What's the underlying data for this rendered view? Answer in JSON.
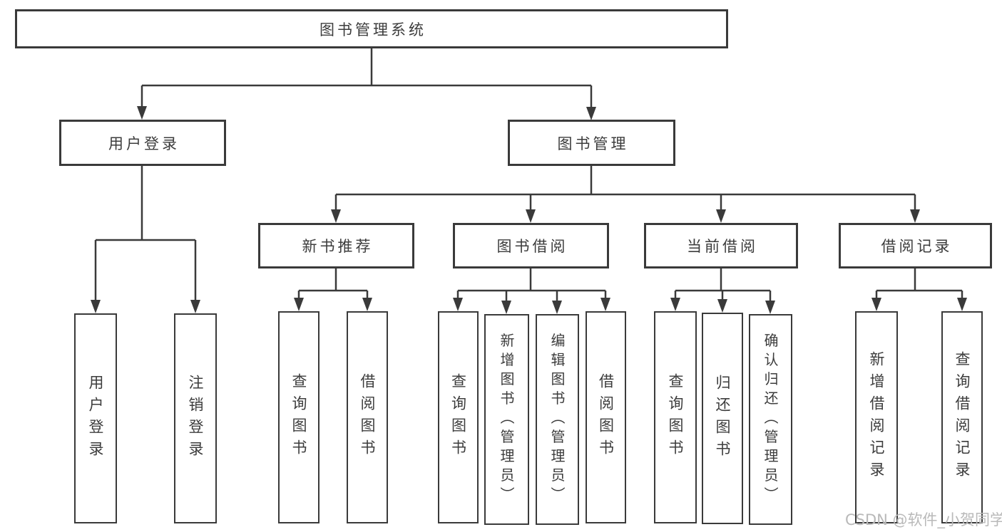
{
  "diagram": {
    "title": "图书管理系统",
    "level2": {
      "user_login": "用户登录",
      "book_management": "图书管理"
    },
    "level3": {
      "new_book_recommend": "新书推荐",
      "book_borrow": "图书借阅",
      "current_borrow": "当前借阅",
      "borrow_records": "借阅记录"
    },
    "leaves": {
      "user_login": [
        "用户登录",
        "注销登录"
      ],
      "new_book_recommend": [
        "查询图书",
        "借阅图书"
      ],
      "book_borrow": [
        "查询图书",
        "新增图书（管理员）",
        "编辑图书（管理员）",
        "借阅图书"
      ],
      "current_borrow": [
        "查询图书",
        "归还图书",
        "确认归还（管理员）"
      ],
      "borrow_records": [
        "新增借阅记录",
        "查询借阅记录"
      ]
    },
    "watermark": "CSDN @软件_小贺同学",
    "colors": {
      "line": "#3a3a3a",
      "text": "#3c3c3c",
      "watermark": "#b9b9b9",
      "background": "#ffffff"
    }
  }
}
